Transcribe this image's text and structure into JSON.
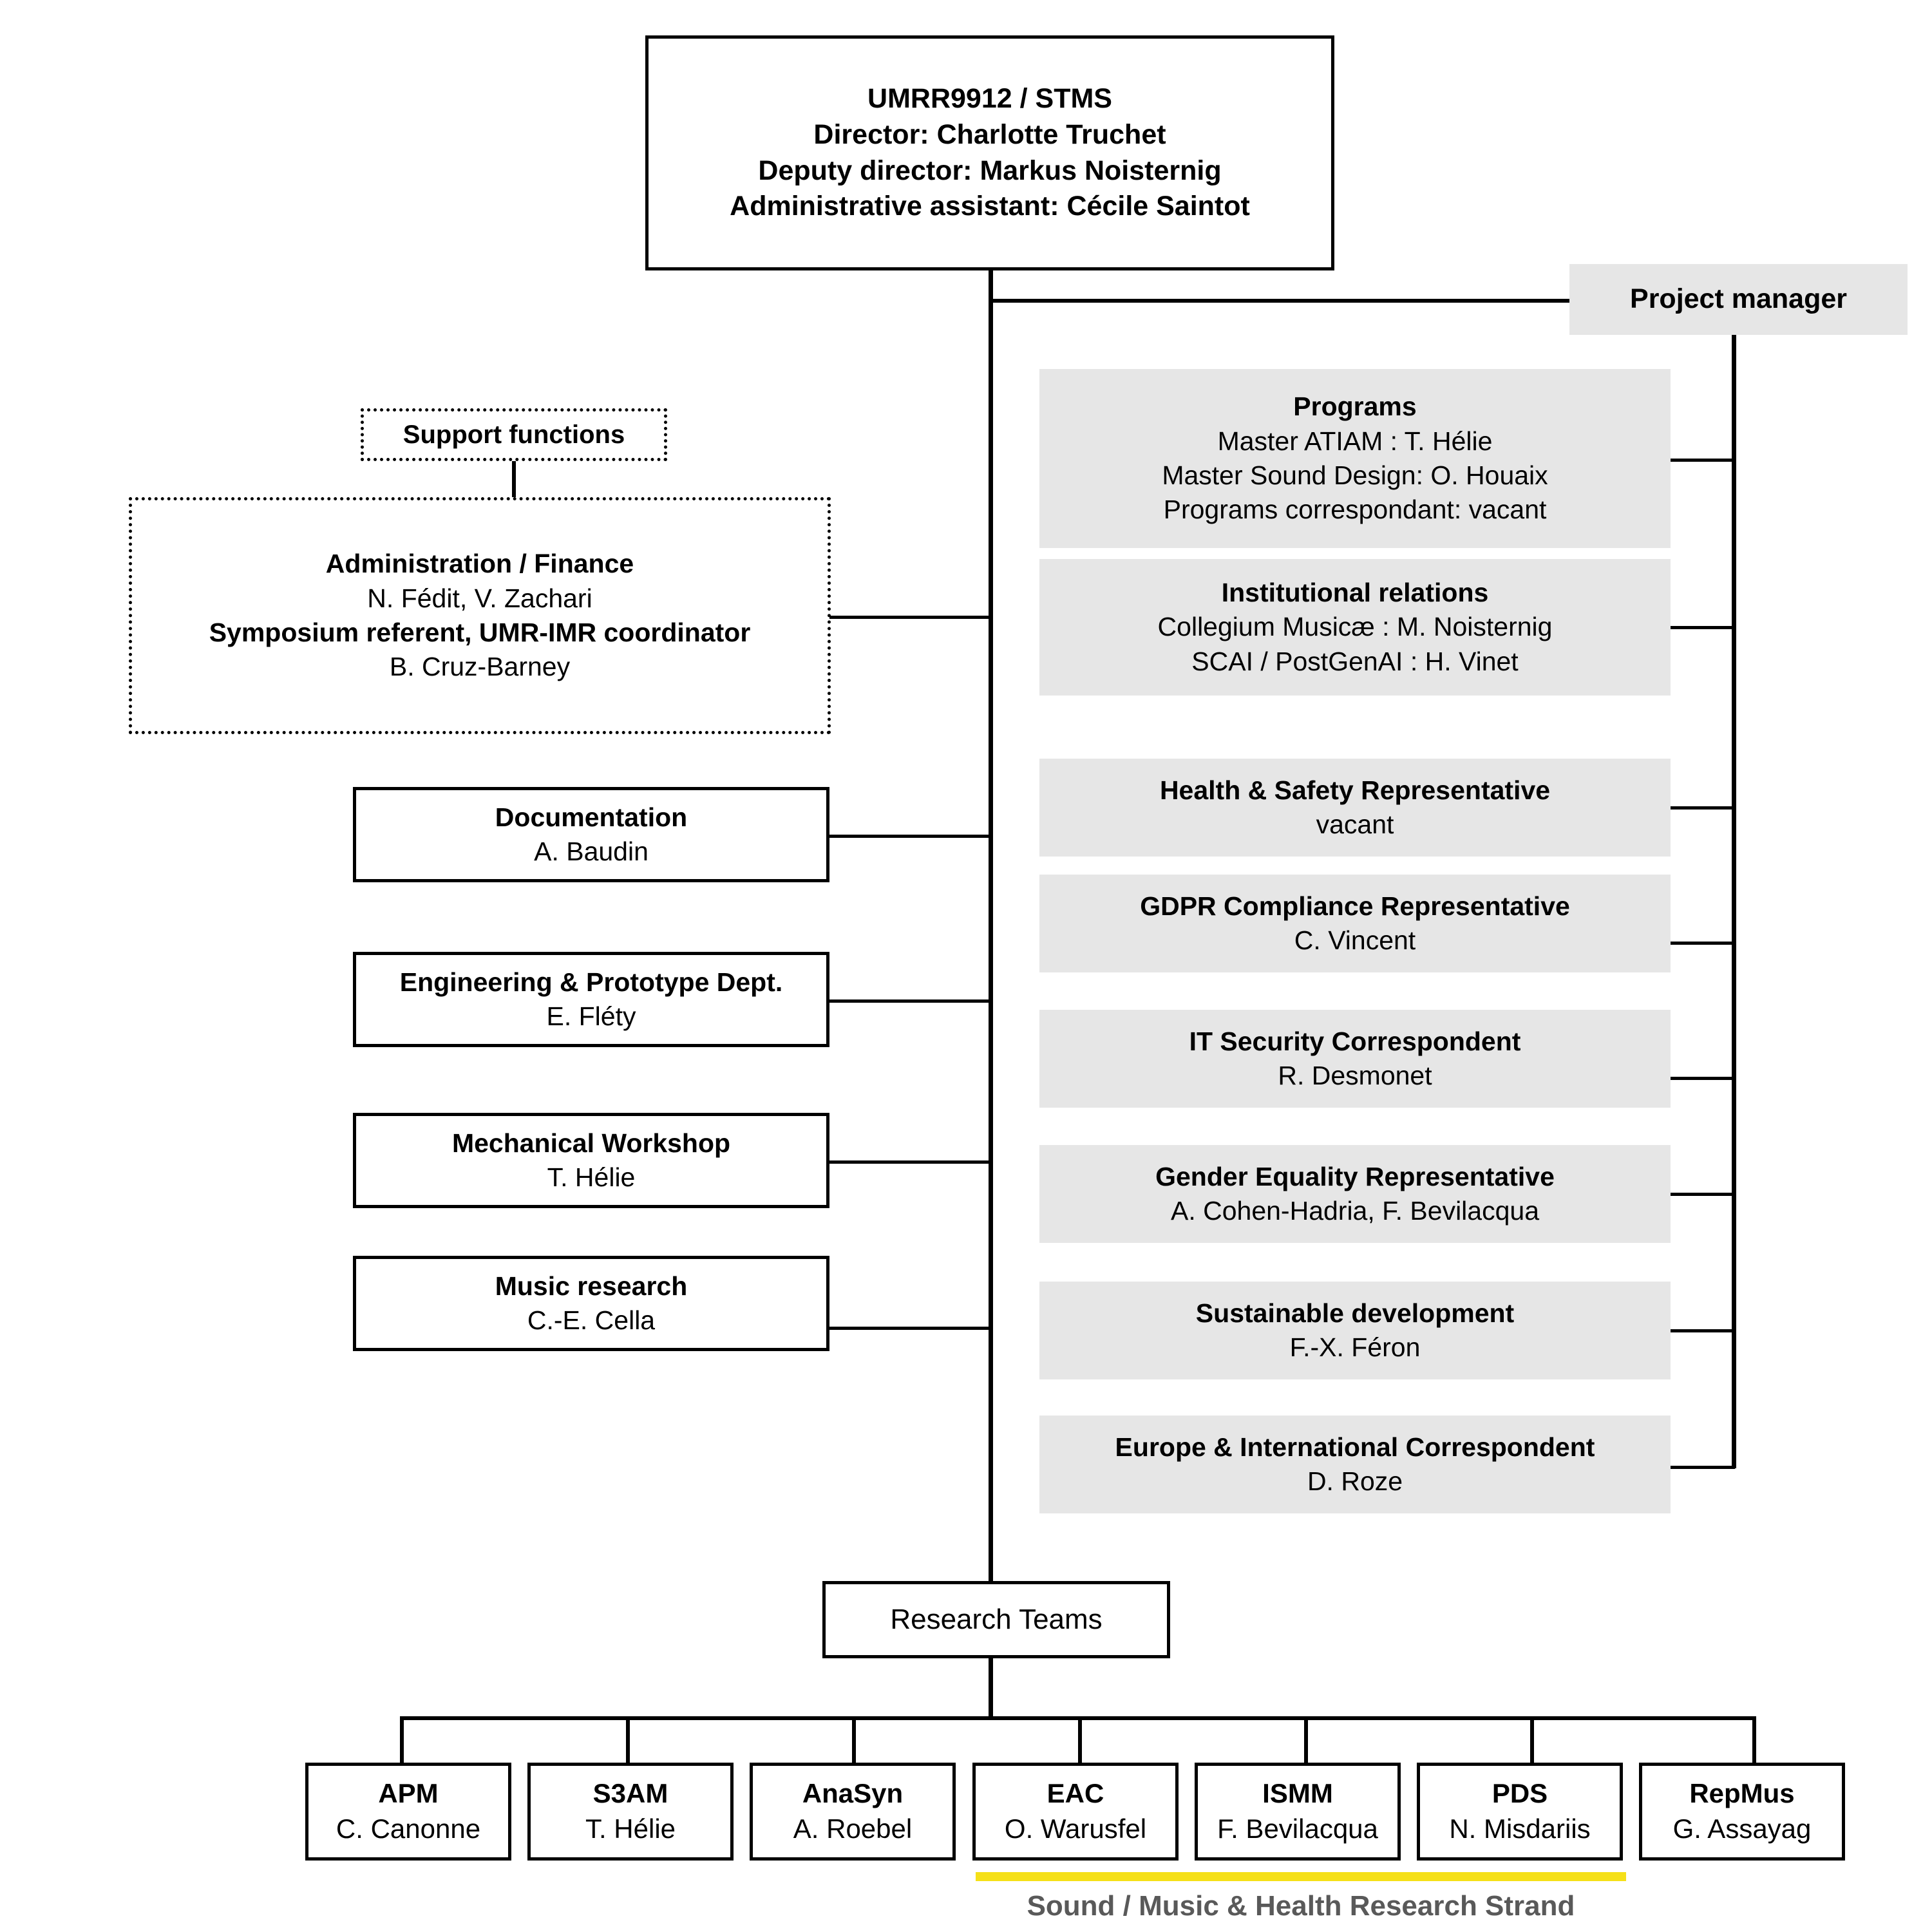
{
  "colors": {
    "grey_box": "#e6e6e6",
    "line": "#000000",
    "yellow_bar": "#f5e018",
    "strand_label": "#595959"
  },
  "root": {
    "title": "UMRR9912 / STMS",
    "line2": "Director: Charlotte Truchet",
    "line3": "Deputy director: Markus Noisternig",
    "line4": "Administrative assistant: Cécile Saintot"
  },
  "project_manager": {
    "label": "Project manager"
  },
  "support": {
    "header": "Support functions",
    "admin": {
      "title": "Administration / Finance",
      "names": "N. Fédit, V. Zachari",
      "title2": "Symposium referent, UMR-IMR coordinator",
      "names2": "B. Cruz-Barney"
    },
    "units": [
      {
        "title": "Documentation",
        "name": "A. Baudin"
      },
      {
        "title": "Engineering & Prototype Dept.",
        "name": "E. Fléty"
      },
      {
        "title": "Mechanical Workshop",
        "name": "T. Hélie"
      },
      {
        "title": "Music research",
        "name": "C.-E. Cella"
      }
    ]
  },
  "functions": [
    {
      "title": "Programs",
      "lines": [
        "Master ATIAM : T. Hélie",
        "Master Sound Design: O. Houaix",
        "Programs correspondant: vacant"
      ]
    },
    {
      "title": "Institutional relations",
      "lines": [
        "Collegium Musicæ : M. Noisternig",
        "SCAI / PostGenAI : H. Vinet"
      ]
    },
    {
      "title": "Health & Safety Representative",
      "lines": [
        "vacant"
      ]
    },
    {
      "title": "GDPR Compliance Representative",
      "lines": [
        "C. Vincent"
      ]
    },
    {
      "title": "IT Security Correspondent",
      "lines": [
        "R. Desmonet"
      ]
    },
    {
      "title": "Gender Equality Representative",
      "lines": [
        "A. Cohen-Hadria, F. Bevilacqua"
      ]
    },
    {
      "title": "Sustainable development",
      "lines": [
        "F.-X. Féron"
      ]
    },
    {
      "title": "Europe & International Correspondent",
      "lines": [
        "D. Roze"
      ]
    }
  ],
  "research": {
    "header": "Research Teams",
    "teams": [
      {
        "title": "APM",
        "name": "C. Canonne"
      },
      {
        "title": "S3AM",
        "name": "T. Hélie"
      },
      {
        "title": "AnaSyn",
        "name": "A. Roebel"
      },
      {
        "title": "EAC",
        "name": "O. Warusfel"
      },
      {
        "title": "ISMM",
        "name": "F. Bevilacqua"
      },
      {
        "title": "PDS",
        "name": "N. Misdariis"
      },
      {
        "title": "RepMus",
        "name": "G. Assayag"
      }
    ],
    "strand_label": "Sound / Music & Health Research Strand"
  }
}
